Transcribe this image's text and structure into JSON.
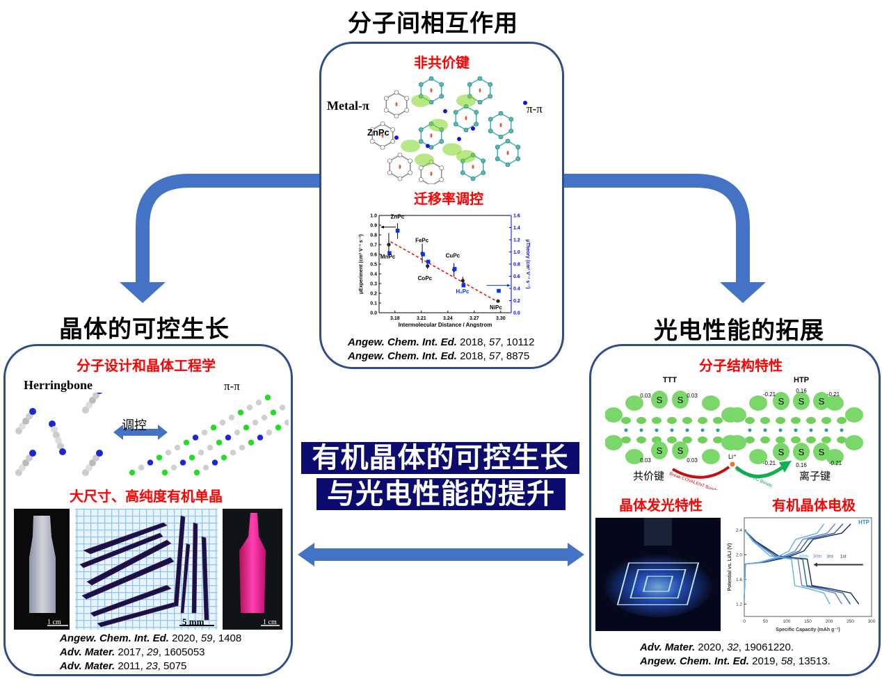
{
  "title": "分子间相互作用",
  "center": {
    "line1": "有机晶体的可控生长",
    "line2": "与光电性能的提升"
  },
  "colors": {
    "panel_border": "#2e4d8a",
    "arrow": "#4472c4",
    "heading_red": "#ff0000",
    "center_bg": "#0c0c6e"
  },
  "top_panel": {
    "heading1": "非共价键",
    "metal_pi": "Metal-π",
    "pi_pi": "π-π",
    "znpc": "ZnPc",
    "heading2": "迁移率调控",
    "refs": [
      {
        "journal": "Angew. Chem. Int. Ed.",
        "year": "2018,",
        "vol": "57",
        "page": ", 10112"
      },
      {
        "journal": "Angew. Chem. Int. Ed.",
        "year": "2018,",
        "vol": "57",
        "page": ", 8875"
      }
    ]
  },
  "left_panel": {
    "title": "晶体的可控生长",
    "heading1": "分子设计和晶体工程学",
    "herringbone": "Herringbone",
    "pi_pi": "π-π",
    "tune": "调控",
    "heading2": "大尺寸、高纯度有机单晶",
    "scale_labels": [
      "1 cm",
      "5 mm",
      "1 cm"
    ],
    "refs": [
      {
        "journal": "Angew. Chem. Int. Ed.",
        "year": "2020,",
        "vol": "59",
        "page": ", 1408"
      },
      {
        "journal": "Adv. Mater.",
        "year": "2017,",
        "vol": "29",
        "page": ", 1605053"
      },
      {
        "journal": "Adv. Mater.",
        "year": "2011,",
        "vol": "23",
        "page": ", 5075"
      }
    ]
  },
  "right_panel": {
    "title": "光电性能的拓展",
    "heading1": "分子结构特性",
    "ttt": "TTT",
    "htp": "HTP",
    "s_label": "S",
    "ttt_charges": [
      "0.03",
      "0.03",
      "0.03",
      "0.03"
    ],
    "htp_charges_top": [
      "-0.21",
      "0.16",
      "-0.21"
    ],
    "htp_charges_bottom": [
      "-0.21",
      "0.16",
      "-0.21"
    ],
    "li": "Li⁺",
    "covalent": "共价键",
    "ionic": "离子键",
    "break_covalent": "Break COVALENT Bonds",
    "break_ionic": "Break IONIC Bonds",
    "heading2": "晶体发光特性",
    "heading3": "有机晶体电极",
    "refs": [
      {
        "journal": "Adv. Mater.",
        "year": "2020,",
        "vol": "32",
        "page": ", 19061220."
      },
      {
        "journal": "Angew. Chem. Int. Ed.",
        "year": "2019,",
        "vol": "58",
        "page": ", 13513."
      }
    ]
  },
  "chart_data": [
    {
      "type": "scatter",
      "title": "",
      "xlabel": "Intermolecular Distance / Angstrom",
      "ylabel": "μExperiment (cm² V⁻¹ s⁻¹)",
      "y2label": "μTheory (cm² V⁻¹ s⁻¹)",
      "xlim": [
        3.162,
        3.312
      ],
      "ylim": [
        0,
        1.0
      ],
      "y2lim": [
        0,
        1.6
      ],
      "xticks": [
        "3.18",
        "3.21",
        "3.24",
        "3.27",
        "3.30"
      ],
      "yticks": [
        "0.0",
        "0.1",
        "0.2",
        "0.3",
        "0.4",
        "0.5",
        "0.6",
        "0.7",
        "0.8",
        "0.9",
        "1.0"
      ],
      "y2ticks": [
        "0.0",
        "0.2",
        "0.4",
        "0.6",
        "0.8",
        "1.0",
        "1.2",
        "1.4",
        "1.6"
      ],
      "compounds": [
        "MnPc",
        "ZnPc",
        "FePc",
        "CoPc",
        "CuPc",
        "H₂Pc",
        "NiPc"
      ],
      "x": [
        3.173,
        3.183,
        3.211,
        3.217,
        3.247,
        3.257,
        3.297
      ],
      "series": [
        {
          "name": "Experiment",
          "axis": "left",
          "values": [
            0.7,
            0.84,
            0.61,
            0.48,
            0.44,
            0.33,
            0.12
          ],
          "errors": [
            0.12,
            0.08,
            0.1,
            0.03,
            0.07,
            0.04,
            0.01
          ]
        },
        {
          "name": "Theory",
          "axis": "right",
          "values": [
            0.98,
            1.35,
            0.96,
            0.84,
            0.72,
            0.45,
            0.36
          ]
        }
      ],
      "trend": {
        "from": [
          3.175,
          0.73
        ],
        "to": [
          3.297,
          0.11
        ]
      }
    },
    {
      "type": "line",
      "label": "HTP",
      "xlabel": "Specific Capacity (mAh g⁻¹)",
      "ylabel": "Potential vs. Li/Li (V)",
      "xlim": [
        0,
        300
      ],
      "ylim": [
        1.0,
        2.6
      ],
      "xticks": [
        "0",
        "50",
        "100",
        "150",
        "200",
        "250",
        "300"
      ],
      "yticks": [
        "1.2",
        "1.6",
        "2.0",
        "2.4"
      ],
      "cycles": [
        {
          "name": "1st",
          "capacity": 270,
          "color": "#17235e"
        },
        {
          "name": "3rd",
          "capacity": 250,
          "color": "#1f5f9a"
        },
        {
          "name": "30th",
          "capacity": 230,
          "color": "#6c7cc6"
        },
        {
          "name": "60th",
          "capacity": 202,
          "color": "#5ab4e0"
        }
      ],
      "legend_labels": [
        "60th",
        "30th",
        "3rd",
        "1st"
      ],
      "discharge_shape": [
        [
          0,
          2.4
        ],
        [
          0.1,
          2.22
        ],
        [
          0.3,
          1.98
        ],
        [
          0.55,
          1.93
        ],
        [
          0.59,
          1.5
        ],
        [
          0.75,
          1.45
        ],
        [
          0.93,
          1.38
        ],
        [
          1.0,
          1.2
        ]
      ],
      "charge_shape": [
        [
          0,
          1.3
        ],
        [
          0.01,
          1.85
        ],
        [
          0.18,
          1.88
        ],
        [
          0.38,
          1.96
        ],
        [
          0.52,
          2.06
        ],
        [
          0.6,
          2.25
        ],
        [
          0.85,
          2.35
        ],
        [
          0.93,
          2.5
        ]
      ]
    }
  ]
}
